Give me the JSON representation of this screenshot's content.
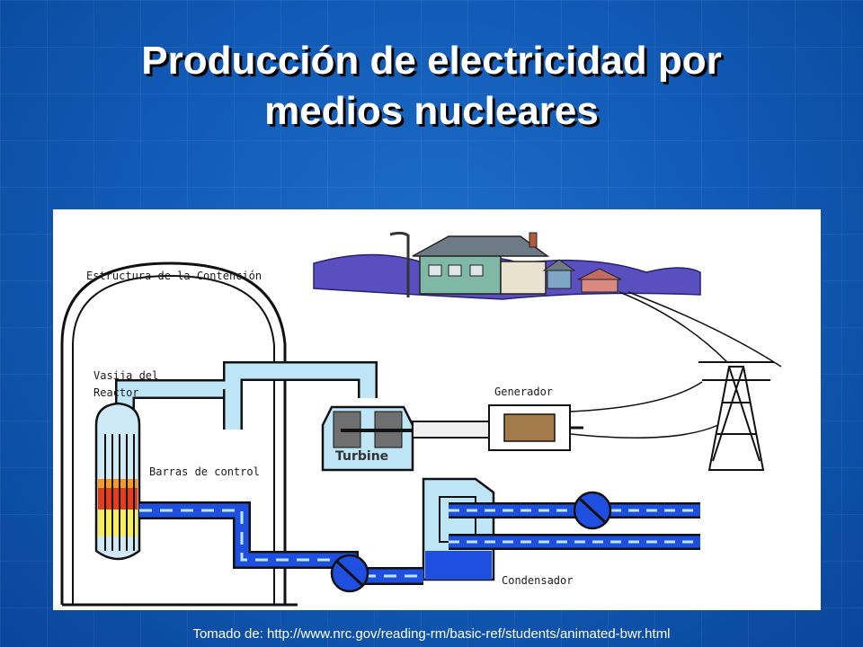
{
  "slide": {
    "title_line1": "Producción de electricidad por",
    "title_line2": "medios nucleares",
    "source": "Tomado de: http://www.nrc.gov/reading-rm/basic-ref/students/animated-bwr.html"
  },
  "diagram": {
    "labels": {
      "containment": "Estructura de la Contención",
      "vessel_line1": "Vasija del",
      "vessel_line2": "Reactor",
      "control_rods": "Barras de control",
      "generator": "Generador",
      "turbine": "Turbine",
      "condenser": "Condensador"
    }
  },
  "colors": {
    "background": "#1058b3",
    "steam": "#bfe6f7",
    "water": "#1f4fe0",
    "outline": "#111111"
  }
}
